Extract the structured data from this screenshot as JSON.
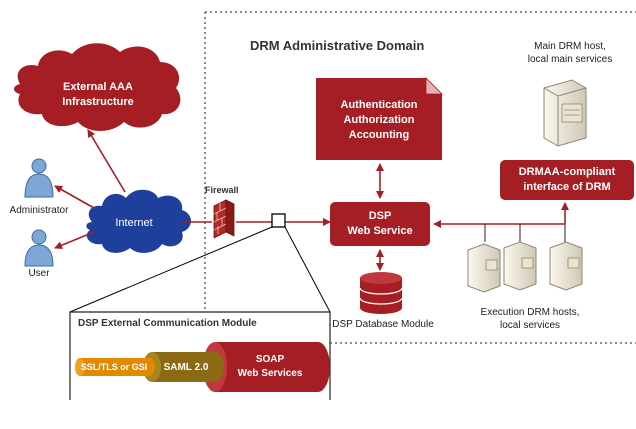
{
  "domain_title": "DRM Administrative Domain",
  "external_aaa": [
    "External AAA",
    "Infrastructure"
  ],
  "administrator": "Administrator",
  "user": "User",
  "internet": "Internet",
  "firewall": "Firewall",
  "aaa_doc": [
    "Authentication",
    "Authorization",
    "Accounting"
  ],
  "dsp_ws": [
    "DSP",
    "Web Service"
  ],
  "dsp_db": "DSP Database Module",
  "main_host": [
    "Main DRM host,",
    "local main services"
  ],
  "drmaa": [
    "DRMAA-compliant",
    "interface of DRM"
  ],
  "exec_hosts": [
    "Execution DRM hosts,",
    "local services"
  ],
  "ext_module": {
    "title": "DSP External Communication Module",
    "ssl": "SSL/TLS or GSI",
    "saml": "SAML 2.0",
    "soap": [
      "SOAP",
      "Web Services"
    ]
  },
  "colors": {
    "red": "#a51e24",
    "blue": "#1e3f9c",
    "olive": "#8a6a12",
    "orange": "#e08a00"
  }
}
